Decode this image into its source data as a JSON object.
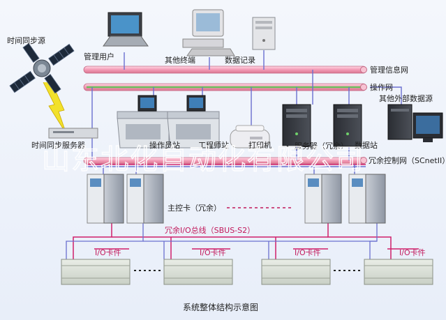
{
  "diagram": {
    "caption": "系统整体结构示意图",
    "watermark": "山东北化自动化有限公司",
    "networks": {
      "management": "管理信息网",
      "operation": "操作网",
      "redundant_control": "冗余控制网（SCnetII）"
    },
    "nodes": {
      "time_source": "时间同步源",
      "manager_user": "管理用户",
      "other_terminal": "其他终端",
      "data_record": "数据记录",
      "external_data": "其他外部数据源",
      "time_server": "时间同步服务器",
      "operator_station": "操作员站",
      "engineer_station": "工程师站",
      "printer": "打印机",
      "server": "服务器（冗余）",
      "data_station": "数据站"
    },
    "controller": {
      "label": "主控卡（冗余）",
      "bus": "冗余I/O总线（SBUS-S2）"
    },
    "io_label": "I/O卡件",
    "colors": {
      "network_pipe": "#f0a0b8",
      "operation_stripe": "#6dbf5f",
      "bus_line": "#d01f6a",
      "link_line": "#6a6fd0"
    }
  }
}
